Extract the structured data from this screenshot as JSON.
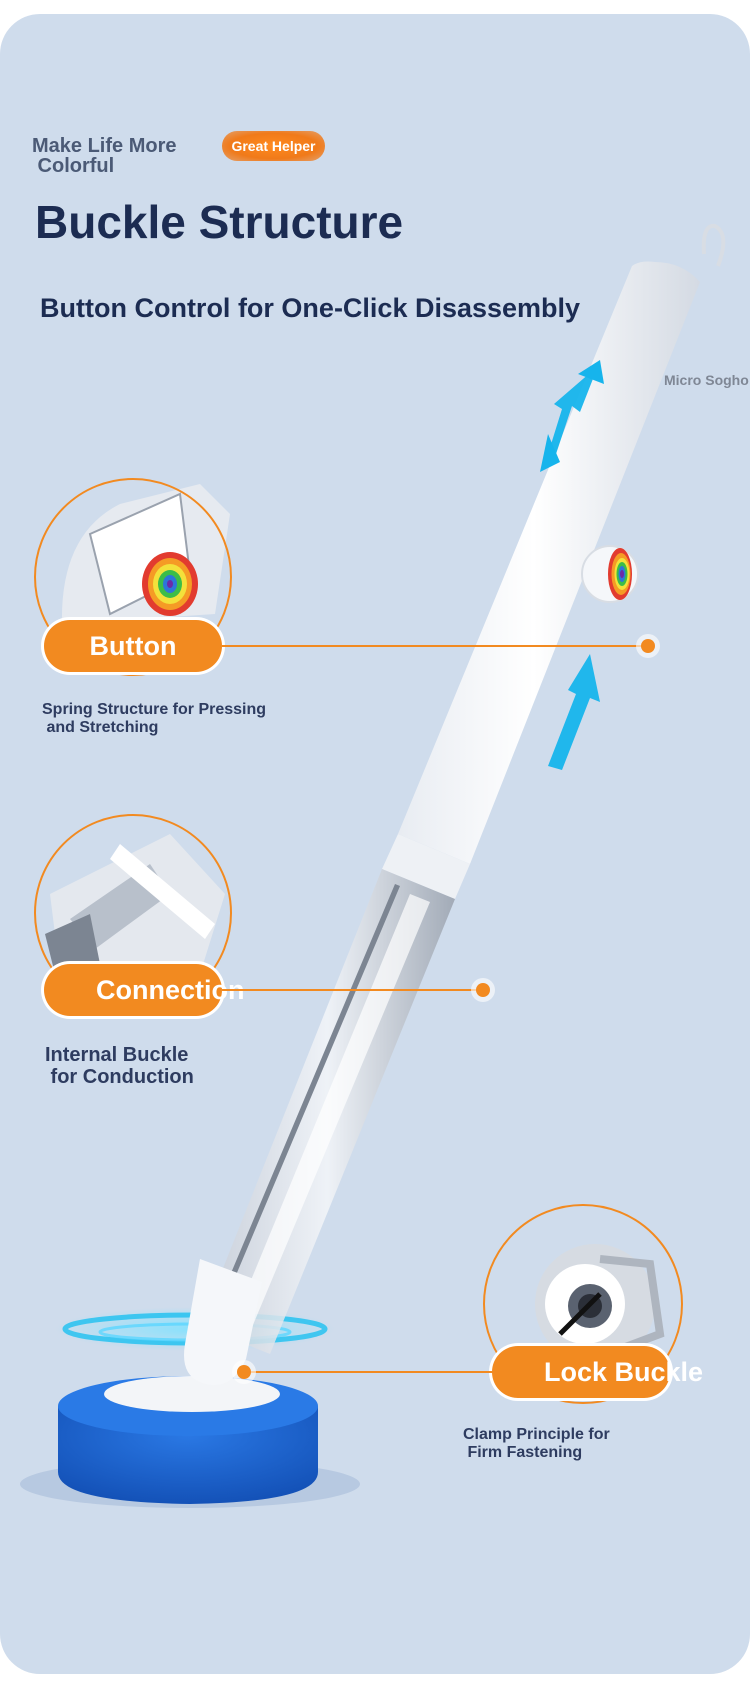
{
  "header": {
    "tagline": "Make Life More\n Colorful",
    "badge": "Great Helper",
    "title": "Buckle Structure",
    "subtitle": "Button Control for One-Click Disassembly",
    "brand": "Micro Sogho"
  },
  "callouts": [
    {
      "label": "Button",
      "description": "Spring Structure for Pressing\n and Stretching"
    },
    {
      "label": "Connection",
      "description": "Internal Buckle\n for Conduction"
    },
    {
      "label": "Lock Buckle",
      "description": "Clamp Principle for\n Firm Fastening"
    }
  ],
  "colors": {
    "background": "#cfdcec",
    "accent": "#f28a20",
    "heading": "#1c2c52",
    "arrow": "#16b4ec",
    "sponge": "#1f67d6"
  }
}
